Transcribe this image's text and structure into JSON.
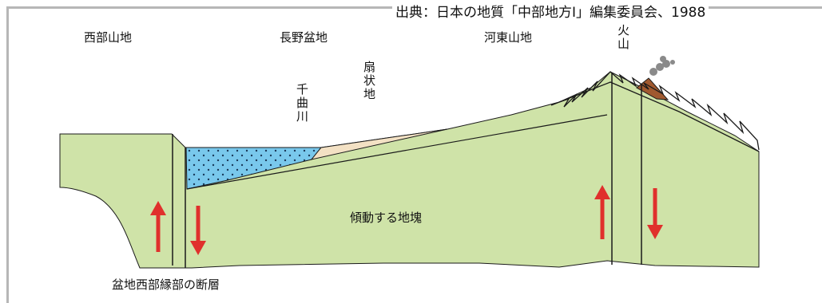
{
  "source_note": "出典：日本の地質「中部地方Ⅰ」編集委員会、1988",
  "labels": {
    "west_mountains": "西部山地",
    "nagano_basin": "長野盆地",
    "east_mountains": "河東山地",
    "volcano": "火山",
    "chikuma_river": "千曲川",
    "alluvial_fan": "扇状地",
    "tilting_block": "傾動する地塊",
    "west_fault": "盆地西部縁部の断層"
  },
  "colors": {
    "ground": "#cfe3a8",
    "basin_fill": "#79c8ec",
    "fan": "#f3e1c4",
    "volcano": "#a0592f",
    "arrow": "#e0302c",
    "line": "#1a1a1a"
  },
  "icons": [
    "up-arrow-icon",
    "down-arrow-icon",
    "smoke-icon"
  ]
}
